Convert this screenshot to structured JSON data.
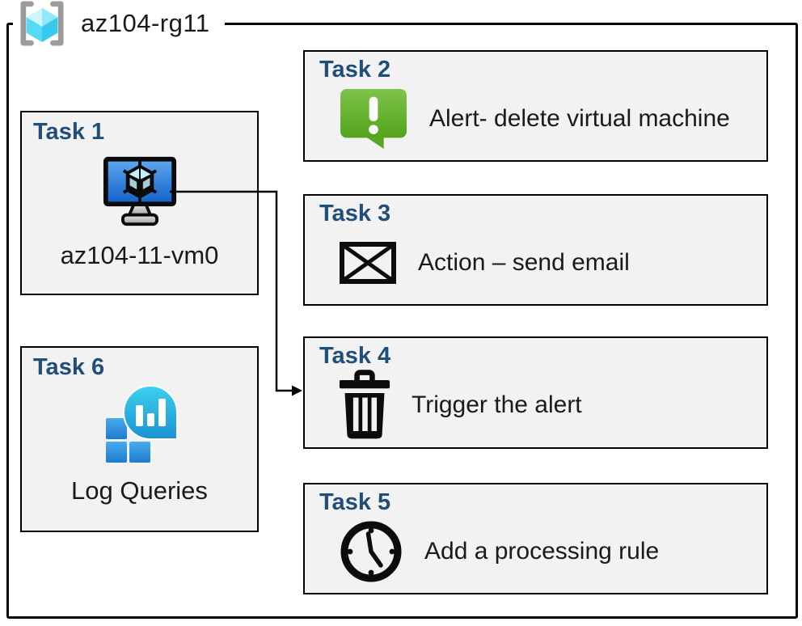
{
  "resource_group": {
    "name": "az104-rg11",
    "icon": "resource-group-icon"
  },
  "tasks": [
    {
      "title": "Task 1",
      "label": "az104-11-vm0",
      "icon": "virtual-machine-icon"
    },
    {
      "title": "Task 2",
      "label": "Alert- delete virtual machine",
      "icon": "alert-message-icon"
    },
    {
      "title": "Task 3",
      "label": "Action – send email",
      "icon": "email-envelope-icon"
    },
    {
      "title": "Task 4",
      "label": "Trigger the alert",
      "icon": "trash-icon"
    },
    {
      "title": "Task 5",
      "label": "Add a processing rule",
      "icon": "clock-icon"
    },
    {
      "title": "Task 6",
      "label": "Log Queries",
      "icon": "log-queries-icon"
    }
  ],
  "connector": {
    "from": "Task 1",
    "to": "Task 4",
    "style": "elbow-arrow"
  },
  "colors": {
    "task_title": "#1F4E79",
    "box_background": "#F2F2F2",
    "box_border": "#000000",
    "frame_border": "#000000",
    "text": "#1A1A1A",
    "alert_green_top": "#7EC44A",
    "alert_green_bottom": "#53A41C",
    "vm_screen_top": "#5FA9EE",
    "vm_screen_bottom": "#1160C8",
    "cube_top_light": "#CFF6FE",
    "cube_top_dark": "#8FE9FA",
    "cube_left": "#55DBF5",
    "cube_right": "#36CBEC",
    "bracket_gray": "#9C9C9C",
    "log_bubble_top": "#3ED1EE",
    "log_bubble_bottom": "#1B92D2",
    "log_square_top": "#49ABEF",
    "log_square_bottom": "#1E7CCF"
  }
}
